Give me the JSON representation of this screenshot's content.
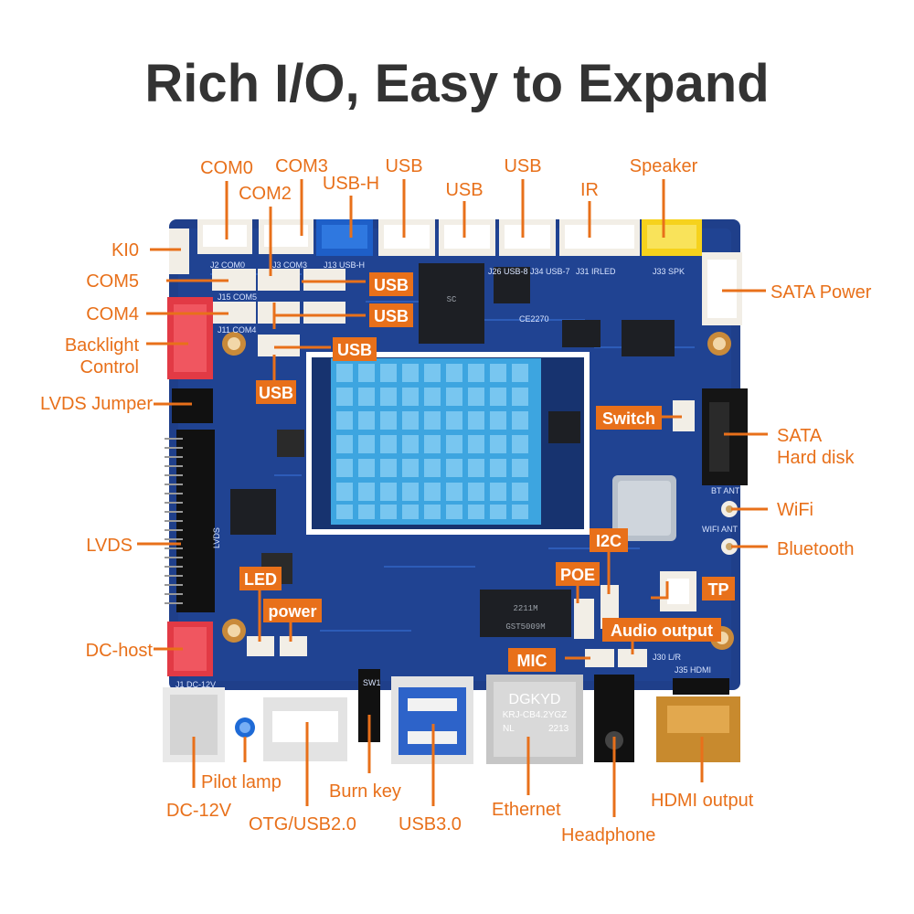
{
  "title": "Rich I/O, Easy to Expand",
  "labels": {
    "com0": "COM0",
    "com3": "COM3",
    "com2": "COM2",
    "usb_h": "USB-H",
    "usb_top1": "USB",
    "usb_top2": "USB",
    "usb_top3": "USB",
    "ir": "IR",
    "speaker": "Speaker",
    "ki0": "KI0",
    "com5": "COM5",
    "com4": "COM4",
    "backlight_control_1": "Backlight",
    "backlight_control_2": "Control",
    "lvds_jumper": "LVDS Jumper",
    "lvds": "LVDS",
    "dc_host": "DC-host",
    "sata_power": "SATA Power",
    "sata_hard_disk_1": "SATA",
    "sata_hard_disk_2": "Hard disk",
    "wifi": "WiFi",
    "bluetooth": "Bluetooth",
    "pilot_lamp": "Pilot lamp",
    "dc_12v": "DC-12V",
    "otg_usb20": "OTG/USB2.0",
    "burn_key": "Burn key",
    "usb30": "USB3.0",
    "ethernet": "Ethernet",
    "headphone": "Headphone",
    "hdmi_output": "HDMI output"
  },
  "tags": {
    "usb_a": "USB",
    "usb_b": "USB",
    "usb_c": "USB",
    "usb_d": "USB",
    "switch": "Switch",
    "i2c": "I2C",
    "poe": "POE",
    "tp": "TP",
    "led": "LED",
    "power": "power",
    "audio_output": "Audio output",
    "mic": "MIC"
  },
  "board_text": {
    "ethernet_brand": "DGKYD",
    "ethernet_model": "KRJ-CB4.2YGZ",
    "ethernet_nl": "NL",
    "ethernet_code": "2213",
    "ic_code": "CE2270",
    "mag_model": "GST5009M",
    "mag_date": "2211M",
    "silk_j2": "J2 COM0",
    "silk_j3": "J3 COM3",
    "silk_j13": "J13 USB-H",
    "silk_j26": "J26 USB-8",
    "silk_j34": "J34 USB-7",
    "silk_j31": "J31 IRLED",
    "silk_j33": "J33 SPK",
    "silk_j15": "J15 COM5",
    "silk_j11": "J11 COM4",
    "silk_j35": "J35 HDMI",
    "silk_j1": "J1 DC-12V",
    "silk_j30": "J30 L/R",
    "silk_sw1": "SW1",
    "silk_lvds": "LVDS",
    "silk_bt": "BT ANT",
    "silk_wifi": "WIFI ANT"
  },
  "colors": {
    "accent": "#e8701a",
    "title": "#333333",
    "pcb": "#1f3f8a",
    "heatsink": "#3da5e0"
  }
}
